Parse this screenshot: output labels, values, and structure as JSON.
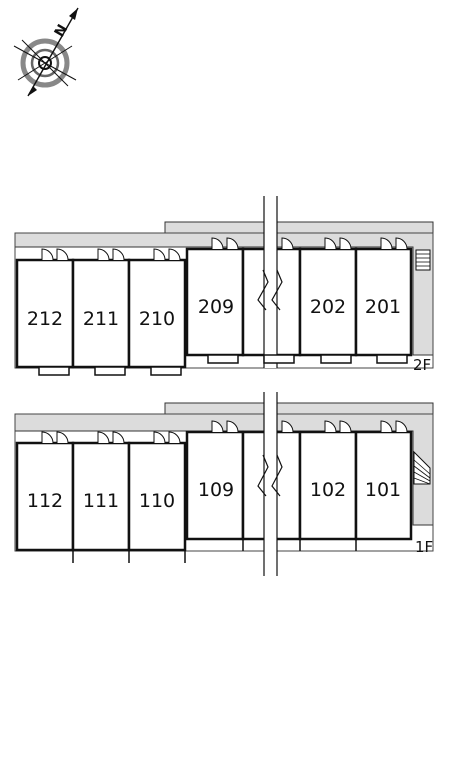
{
  "compass": {
    "letter": "N",
    "icon": "compass-rose-icon"
  },
  "colors": {
    "common_area": "#dcdcdc",
    "wall": "#111111",
    "background": "#ffffff"
  },
  "floors": [
    {
      "label": "2F",
      "units": [
        {
          "number": "212"
        },
        {
          "number": "211"
        },
        {
          "number": "210"
        },
        {
          "number": "209"
        },
        {
          "number": ""
        },
        {
          "number": ""
        },
        {
          "number": "202"
        },
        {
          "number": "201"
        }
      ],
      "stair_icon": "staircase-icon"
    },
    {
      "label": "1F",
      "units": [
        {
          "number": "112"
        },
        {
          "number": "111"
        },
        {
          "number": "110"
        },
        {
          "number": "109"
        },
        {
          "number": ""
        },
        {
          "number": ""
        },
        {
          "number": "102"
        },
        {
          "number": "101"
        }
      ],
      "stair_icon": "staircase-icon"
    }
  ]
}
